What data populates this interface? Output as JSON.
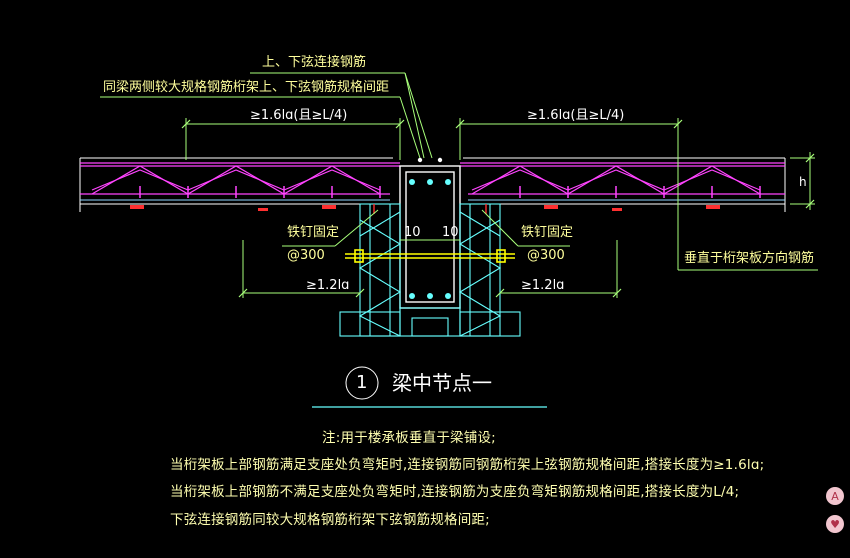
{
  "labels": {
    "top_chord_connection": "上、下弦连接钢筋",
    "beam_side_spacing": "同梁两侧较大规格钢筋桁架上、下弦钢筋规格间距",
    "lap_length_left": "≥1.6lɑ(且≥L/4)",
    "lap_length_right": "≥1.6lɑ(且≥L/4)",
    "nail_fix_left": "铁钉固定",
    "nail_fix_right": "铁钉固定",
    "spacing_left": "@300",
    "spacing_right": "@300",
    "dim_10_left": "10",
    "dim_10_right": "10",
    "anchor_left": "≥1.2lɑ",
    "anchor_right": "≥1.2lɑ",
    "perpendicular_rebar": "垂直于桁架板方向钢筋",
    "height_h": "h"
  },
  "title": {
    "number": "1",
    "text": "梁中节点一"
  },
  "notes": [
    "注:用于楼承板垂直于梁铺设;",
    "当桁架板上部钢筋满足支座处负弯矩时,连接钢筋同钢筋桁架上弦钢筋规格间距,搭接长度为≥1.6lɑ;",
    "当桁架板上部钢筋不满足支座处负弯矩时,连接钢筋为支座负弯矩钢筋规格间距,搭接长度为L/4;",
    "下弦连接钢筋同较大规格钢筋桁架下弦钢筋规格间距;"
  ],
  "side_buttons": [
    "A",
    "♥"
  ],
  "colors": {
    "background": "#000000",
    "dimension": "#a8ff7a",
    "annotation": "#ffff9c",
    "truss": "#ff44ff",
    "formwork": "#66ffff",
    "beam_outline": "#ffffff",
    "bolt": "#ffff00",
    "rebar_red": "#ff3030"
  }
}
